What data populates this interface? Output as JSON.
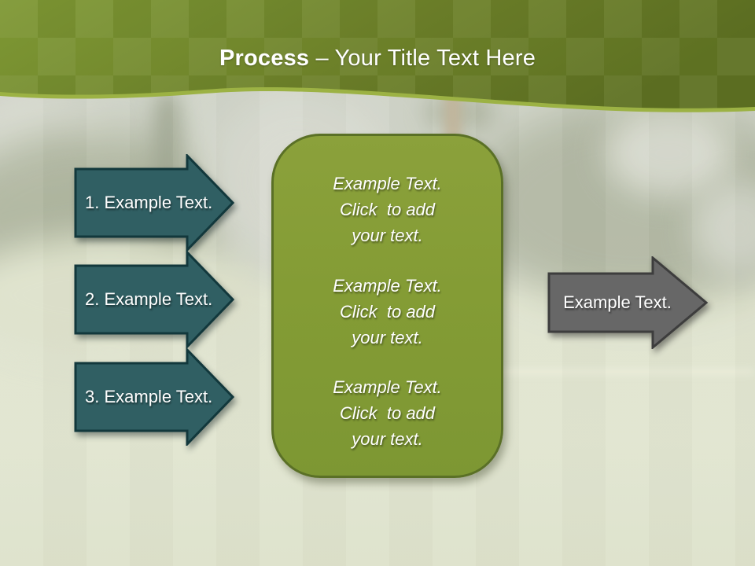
{
  "slide": {
    "header": {
      "title_bold": "Process",
      "title_rest": " – Your Title Text Here"
    },
    "process_arrows": [
      {
        "label": "1. Example Text."
      },
      {
        "label": "2. Example Text."
      },
      {
        "label": "3. Example Text."
      }
    ],
    "center_panel": {
      "paragraphs": [
        {
          "lines": "Example Text.\nClick  to add\nyour text."
        },
        {
          "lines": "Example Text.\nClick  to add\nyour text."
        },
        {
          "lines": "Example Text.\nClick  to add\nyour text."
        }
      ]
    },
    "output_arrow": {
      "label": "Example Text."
    },
    "colors": {
      "header_green_left": "#7e9834",
      "header_green_mid": "#6d8129",
      "header_green_right": "#5e7122",
      "header_wave_lip": "#9cb244",
      "panel_green": "#849c35",
      "panel_border": "#5a7026",
      "step_arrow_fill": "#305f63",
      "step_arrow_border": "#12383c",
      "output_arrow_fill": "#676767",
      "output_arrow_border": "#3d3d3d",
      "text_white": "#ffffff"
    }
  }
}
